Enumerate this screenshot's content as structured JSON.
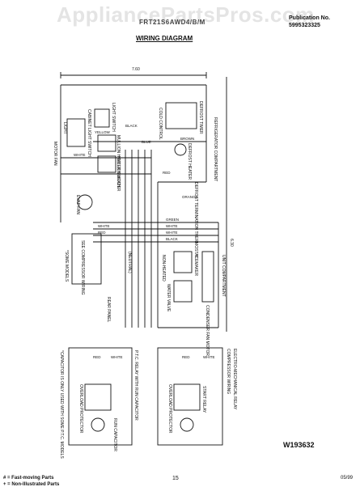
{
  "watermark": "AppliancePartsPros.com",
  "header": {
    "model_title": "FRT21S6AWD4/B/M",
    "publication_label": "Publication No.",
    "publication_number": "5995323325"
  },
  "diagram_title": "WIRING DIAGRAM",
  "diagram": {
    "dim_top": "7.60",
    "dim_side": "6.30",
    "labels": {
      "refrigerator_compartment": "REFRIGERATOR COMPARTMENT",
      "unit_compartment": "UNIT COMPARTMENT",
      "cabinet_light_switch": "CABINET LIGHT SWITCH",
      "light_switch": "LIGHT SWITCH",
      "light": "LIGHT",
      "defrost_timer": "DEFROST TIMER",
      "mullion_heater_switch": "MULLION HEATER SWITCH",
      "mullion_heater": "MULLION HEATER",
      "motor_fan": "MOTOR FAN",
      "evap_fan": "EVAP FAN",
      "defrost_heater": "DEFROST HEATER",
      "defrost_termination_thermostat": "DEFROST TERMINATION THERMOSTAT",
      "cold_control": "COLD CONTROL",
      "see_compressor_wiring": "SEE COMPRESSOR WIRING",
      "neutral": "(NEUTRAL)",
      "some_models": "*SOME MODELS",
      "rear_panel": "REAR PANEL",
      "water_valve": "WATER VALVE",
      "non_heated": "NON-HEATED",
      "icemaker": "ICEMAKER",
      "condenser_fan_motor": "CONDENSER FAN MOTOR",
      "compressor_wiring": "COMPRESSOR WIRING",
      "electro_mechanical_relay": "ELECTRO-MECHANICAL RELAY",
      "ptc_relay": "P.T.C. RELAY WITH RUN CAPACITOR",
      "overload_protector": "OVERLOAD PROTECTOR",
      "start_relay": "START RELAY",
      "run_capacitor": "RUN CAPACITOR",
      "capacitor_note": "*CAPACITOR IS ONLY USED WITH SOME P.T.C. MODELS"
    },
    "wires": {
      "white": "WHITE",
      "black": "BLACK",
      "red": "RED",
      "green": "GREEN",
      "yellow": "YELLOW",
      "brown": "BROWN",
      "blue": "BLUE",
      "orange": "ORANGE"
    }
  },
  "reference_number": "W193632",
  "footer": {
    "legend_fast_moving": "# = Fast-moving Parts",
    "legend_non_illustrated": "+ = Non-Illustrated Parts",
    "page_number": "15",
    "date": "05/99"
  }
}
